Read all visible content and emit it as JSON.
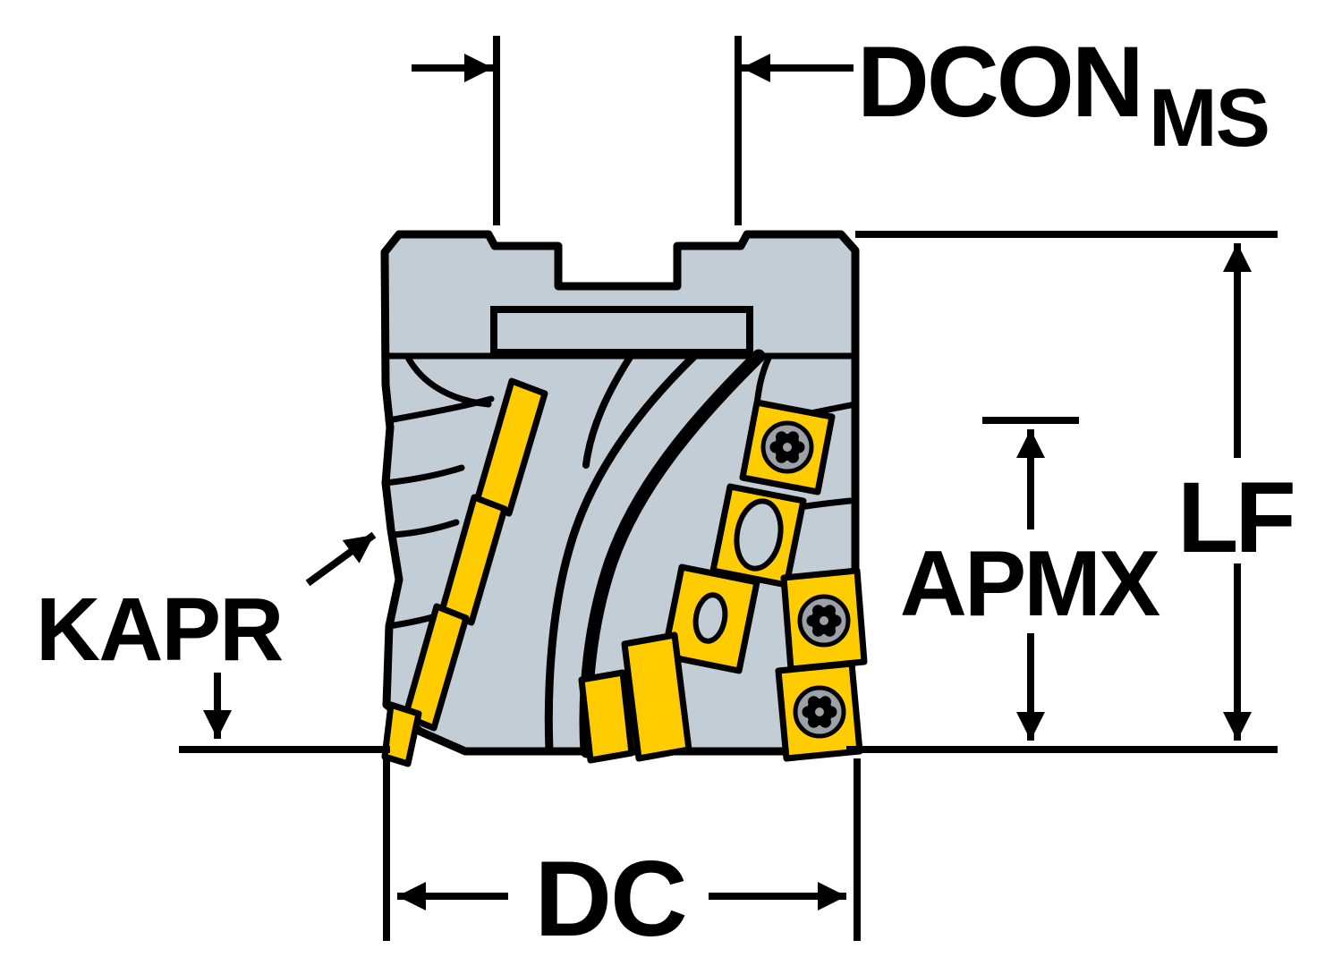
{
  "labels": {
    "dcon": "DCON",
    "dcon_sub": "MS",
    "lf": "LF",
    "apmx": "APMX",
    "kapr": "KAPR",
    "dc": "DC"
  },
  "colors": {
    "background": "#ffffff",
    "body": "#c3cdd5",
    "insert": "#ffcc00",
    "outline": "#000000",
    "screw": "#9ba1a6"
  }
}
